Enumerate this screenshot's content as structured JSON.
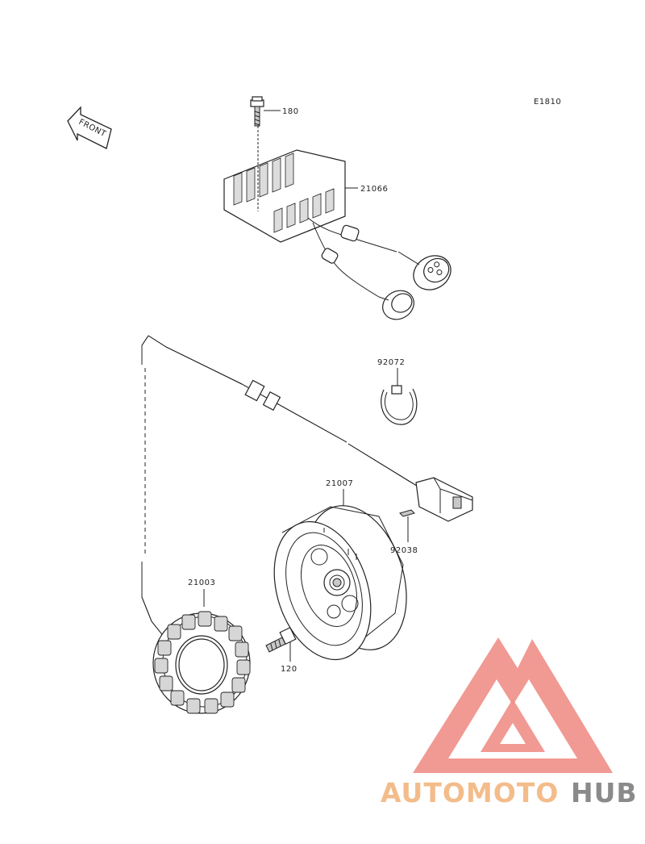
{
  "diagram_id": "E1810",
  "front_label": "FRONT",
  "parts": [
    {
      "number": "180",
      "item": "bolt"
    },
    {
      "number": "21066",
      "item": "regulator"
    },
    {
      "number": "92072",
      "item": "band"
    },
    {
      "number": "21007",
      "item": "rotor"
    },
    {
      "number": "92038",
      "item": "key"
    },
    {
      "number": "21003",
      "item": "stator"
    },
    {
      "number": "120",
      "item": "bolt"
    }
  ],
  "watermark": {
    "part1": "AUTOMOTO",
    "part2": "HUB",
    "color_part1": "#f3bc8a",
    "color_part2": "#8a8a8a",
    "logo_color": "#f0908a"
  }
}
